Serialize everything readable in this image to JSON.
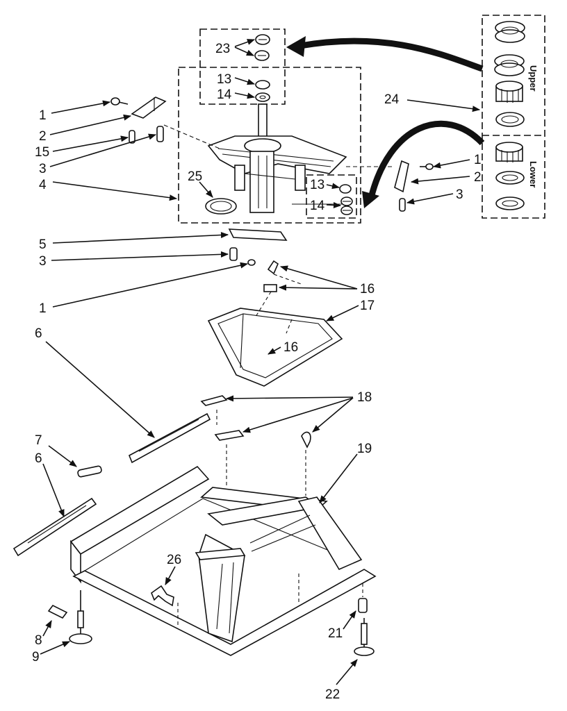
{
  "callouts": [
    "23",
    "13",
    "14",
    "1",
    "2",
    "15",
    "3",
    "4",
    "25",
    "24",
    "13",
    "14",
    "1",
    "2",
    "3",
    "5",
    "3",
    "1",
    "16",
    "17",
    "16",
    "6",
    "18",
    "7",
    "6",
    "19",
    "26",
    "8",
    "9",
    "21",
    "22"
  ],
  "inset_labels": {
    "upper": "Upper",
    "lower": "Lower"
  }
}
